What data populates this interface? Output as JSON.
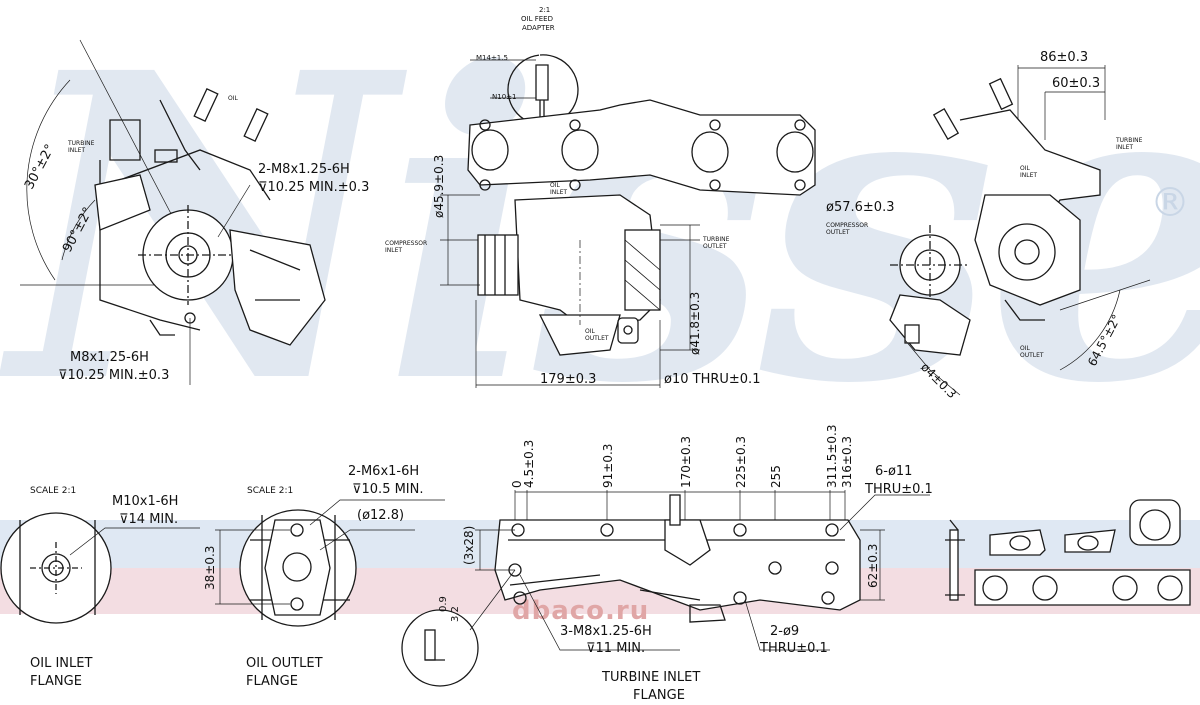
{
  "watermark": {
    "brand": "Nissens",
    "registered": "®",
    "stamp": "dbaco.ru"
  },
  "colors": {
    "watermark": "#c9d6e6",
    "band_blue": "#dfe8f3",
    "band_pink": "#f3dde2",
    "line": "#1a1a1a"
  },
  "top": {
    "oil_feed": {
      "scale": "2:1",
      "line1": "OIL FEED",
      "line2": "ADAPTER",
      "thread1": "M14±1.5",
      "thread2": "N10±1"
    },
    "left_view": {
      "angle1": "30°±2°",
      "angle2": "90°±2°",
      "turbine_inlet": "TURBINE\nINLET",
      "oil_label": "OIL",
      "thread_top_1": "2-M8x1.25-6H",
      "thread_top_2": "⊽10.25 MIN.±0.3",
      "thread_bot_1": "M8x1.25-6H",
      "thread_bot_2": "⊽10.25 MIN.±0.3"
    },
    "center_view": {
      "dia_459": "ø45.9±0.3",
      "dia_418": "ø41.8±0.3",
      "length_179": "179±0.3",
      "thru_10": "ø10 THRU±0.1",
      "compressor_inlet": "COMPRESSOR INLET",
      "turbine_outlet": "TURBINE OUTLET",
      "oil_inlet": "OIL INLET",
      "oil_outlet": "OIL OUTLET"
    },
    "right_view": {
      "dim_86": "86±0.3",
      "dim_60": "60±0.3",
      "dia_576": "ø57.6±0.3",
      "compressor_outlet": "COMPRESSOR\nOUTLET",
      "turbine_inlet": "TURBINE\nINLET",
      "oil_inlet": "OIL INLET",
      "oil_outlet": "OIL OUTLET",
      "dia_4": "ø4±0.3",
      "angle_645": "64.5°±2°"
    }
  },
  "bottom": {
    "oil_inlet": {
      "scale": "SCALE 2:1",
      "thread1": "M10x1-6H",
      "thread2": "⊽14 MIN.",
      "title1": "OIL INLET",
      "title2": "FLANGE"
    },
    "oil_outlet": {
      "scale": "SCALE 2:1",
      "thread1": "2-M6x1-6H",
      "thread2": "⊽10.5 MIN.",
      "dia": "(ø12.8)",
      "dim_38": "38±0.3",
      "title1": "OIL OUTLET",
      "title2": "FLANGE"
    },
    "turbine_inlet": {
      "ticks": [
        "0",
        "4.5±0.3",
        "91±0.3",
        "170±0.3",
        "225±0.3",
        "255",
        "311.5±0.3",
        "316±0.3"
      ],
      "holes": "6-ø11",
      "holes_thru": "THRU±0.1",
      "dim_3x28": "(3x28)",
      "dim_62": "62±0.3",
      "detail_1": "3.2",
      "detail_2": "0.9",
      "thread1": "3-M8x1.25-6H",
      "thread2": "⊽11 MIN.",
      "holes2": "2-ø9",
      "holes2_thru": "THRU±0.1",
      "title1": "TURBINE INLET",
      "title2": "FLANGE"
    }
  }
}
